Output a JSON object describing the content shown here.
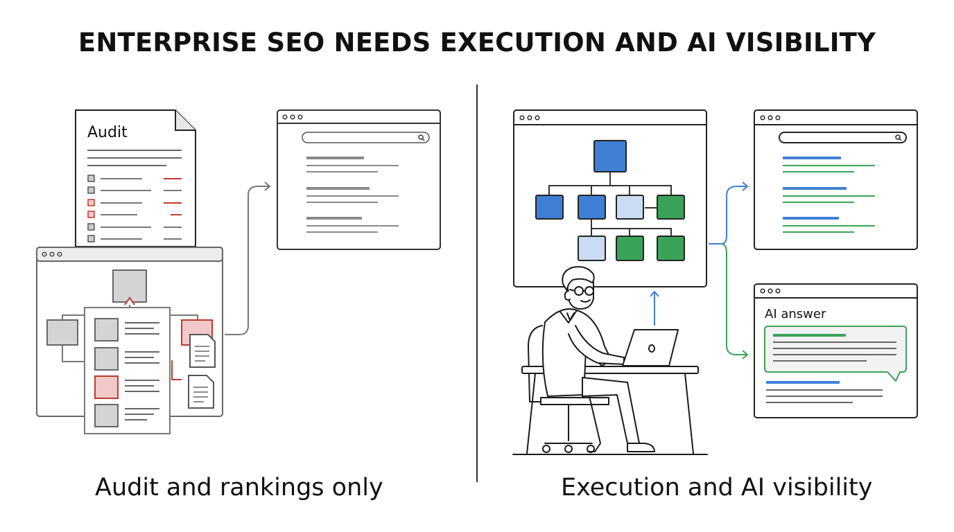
{
  "title": "ENTERPRISE SEO NEEDS EXECUTION AND AI VISIBILITY",
  "left": {
    "audit_doc_label": "Audit",
    "caption": "Audit and rankings only"
  },
  "right": {
    "ai_answer_label": "AI answer",
    "caption": "Execution and AI visibility"
  },
  "colors": {
    "ink": "#2b2b2b",
    "gray_fill": "#d4d4d4",
    "red": "#c0392b",
    "red_fill": "#f2c9c9",
    "blue": "#3f7fd6",
    "light_blue": "#c9dcf4",
    "green": "#3aa357",
    "ai_box_fill": "#f2f2f2"
  },
  "icons": [
    "window-dots-icon",
    "search-icon",
    "document-icon",
    "person-at-laptop-icon",
    "arrow-icon"
  ]
}
